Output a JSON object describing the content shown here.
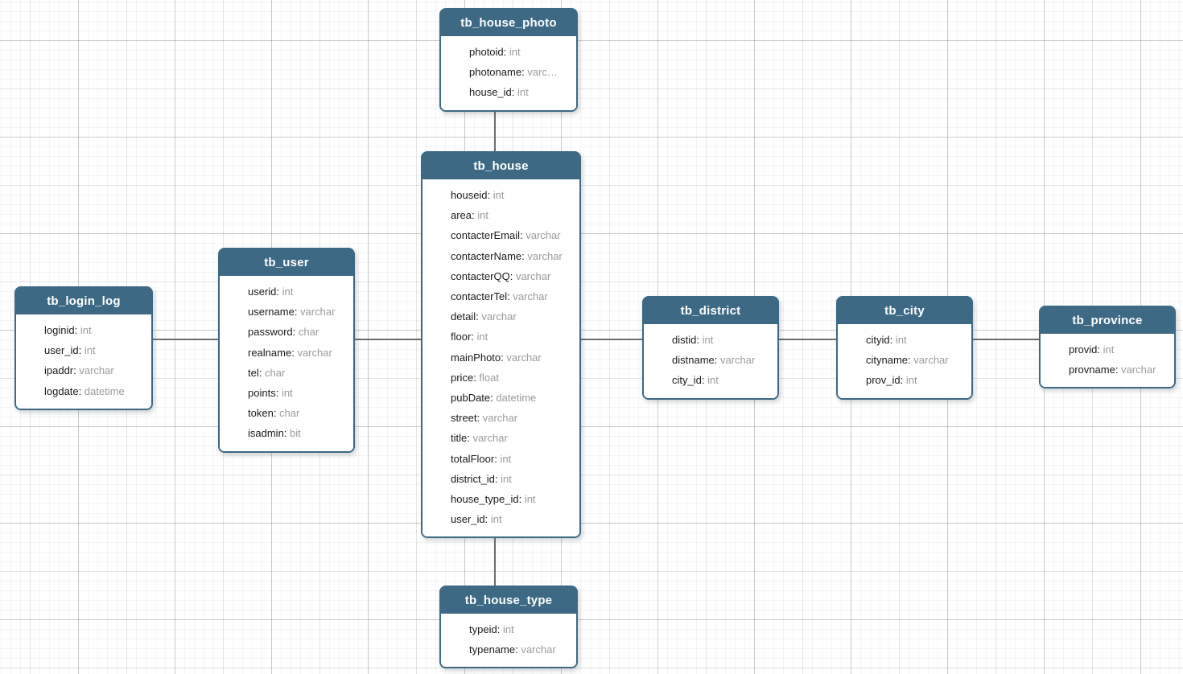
{
  "colors": {
    "table_header": "#3d6984",
    "table_border": "#3d6984",
    "field_name_text": "#1a1a1a",
    "field_type_text": "#9b9b9b",
    "connector_line": "#6e6e6e",
    "canvas_background": "#ffffff"
  },
  "tables": [
    {
      "title": "tb_house_photo",
      "fields": [
        {
          "name": "photoid",
          "type": "int"
        },
        {
          "name": "photoname",
          "type": "varc…"
        },
        {
          "name": "house_id",
          "type": "int"
        }
      ]
    },
    {
      "title": "tb_house",
      "fields": [
        {
          "name": "houseid",
          "type": "int"
        },
        {
          "name": "area",
          "type": "int"
        },
        {
          "name": "contacterEmail",
          "type": "varchar"
        },
        {
          "name": "contacterName",
          "type": "varchar"
        },
        {
          "name": "contacterQQ",
          "type": "varchar"
        },
        {
          "name": "contacterTel",
          "type": "varchar"
        },
        {
          "name": "detail",
          "type": "varchar"
        },
        {
          "name": "floor",
          "type": "int"
        },
        {
          "name": "mainPhoto",
          "type": "varchar"
        },
        {
          "name": "price",
          "type": "float"
        },
        {
          "name": "pubDate",
          "type": "datetime"
        },
        {
          "name": "street",
          "type": "varchar"
        },
        {
          "name": "title",
          "type": "varchar"
        },
        {
          "name": "totalFloor",
          "type": "int"
        },
        {
          "name": "district_id",
          "type": "int"
        },
        {
          "name": "house_type_id",
          "type": "int"
        },
        {
          "name": "user_id",
          "type": "int"
        }
      ]
    },
    {
      "title": "tb_user",
      "fields": [
        {
          "name": "userid",
          "type": "int"
        },
        {
          "name": "username",
          "type": "varchar"
        },
        {
          "name": "password",
          "type": "char"
        },
        {
          "name": "realname",
          "type": "varchar"
        },
        {
          "name": "tel",
          "type": "char"
        },
        {
          "name": "points",
          "type": "int"
        },
        {
          "name": "token",
          "type": "char"
        },
        {
          "name": "isadmin",
          "type": "bit"
        }
      ]
    },
    {
      "title": "tb_login_log",
      "fields": [
        {
          "name": "loginid",
          "type": "int"
        },
        {
          "name": "user_id",
          "type": "int"
        },
        {
          "name": "ipaddr",
          "type": "varchar"
        },
        {
          "name": "logdate",
          "type": "datetime"
        }
      ]
    },
    {
      "title": "tb_district",
      "fields": [
        {
          "name": "distid",
          "type": "int"
        },
        {
          "name": "distname",
          "type": "varchar"
        },
        {
          "name": "city_id",
          "type": "int"
        }
      ]
    },
    {
      "title": "tb_city",
      "fields": [
        {
          "name": "cityid",
          "type": "int"
        },
        {
          "name": "cityname",
          "type": "varchar"
        },
        {
          "name": "prov_id",
          "type": "int"
        }
      ]
    },
    {
      "title": "tb_province",
      "fields": [
        {
          "name": "provid",
          "type": "int"
        },
        {
          "name": "provname",
          "type": "varchar"
        }
      ]
    },
    {
      "title": "tb_house_type",
      "fields": [
        {
          "name": "typeid",
          "type": "int"
        },
        {
          "name": "typename",
          "type": "varchar"
        }
      ]
    }
  ],
  "relationships": [
    {
      "from": "tb_house_photo",
      "to": "tb_house"
    },
    {
      "from": "tb_house",
      "to": "tb_house_type"
    },
    {
      "from": "tb_login_log",
      "to": "tb_user"
    },
    {
      "from": "tb_user",
      "to": "tb_house"
    },
    {
      "from": "tb_house",
      "to": "tb_district"
    },
    {
      "from": "tb_district",
      "to": "tb_city"
    },
    {
      "from": "tb_city",
      "to": "tb_province"
    }
  ]
}
